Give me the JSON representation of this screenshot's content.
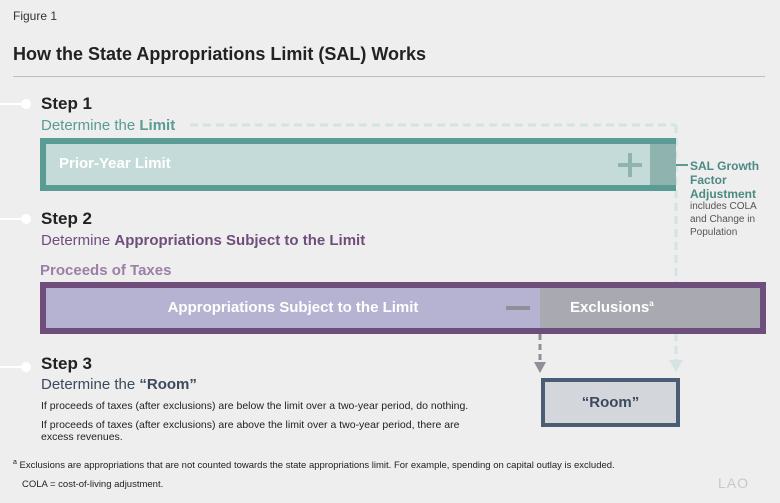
{
  "figure_label": "Figure 1",
  "title": "How the State Appropriations Limit (SAL) Works",
  "step1": {
    "heading": "Step 1",
    "sub_prefix": "Determine the ",
    "sub_emphasis": "Limit",
    "limit_label": "Prior-Year Limit",
    "plus_symbol": "+"
  },
  "sal_adjustment": {
    "line1": "SAL Growth",
    "line2": "Factor",
    "line3": "Adjustment",
    "note1": "includes COLA",
    "note2": "and Change in",
    "note3": "Population"
  },
  "step2": {
    "heading": "Step 2",
    "sub_prefix": "Determine ",
    "sub_emphasis": "Appropriations Subject to the Limit",
    "proceeds_label": "Proceeds of Taxes",
    "approp_label": "Appropriations Subject to the Limit",
    "exclusions_label": "Exclusions",
    "exclusions_sup": "a"
  },
  "step3": {
    "heading": "Step 3",
    "sub_prefix": "Determine the ",
    "sub_emphasis": "“Room”",
    "room_label": "“Room”",
    "line1": "If proceeds of taxes (after exclusions) are below the limit over a two-year period, do nothing.",
    "line2": "If proceeds of taxes (after exclusions) are above the limit over a two-year period, there are",
    "line3": "excess revenues."
  },
  "footnotes": {
    "a_marker": "a",
    "a_text": "Exclusions are appropriations that are not counted towards the state appropriations limit. For example, spending on capital outlay is excluded.",
    "cola_text": "COLA = cost-of-living adjustment."
  },
  "logo_text": "LAO"
}
